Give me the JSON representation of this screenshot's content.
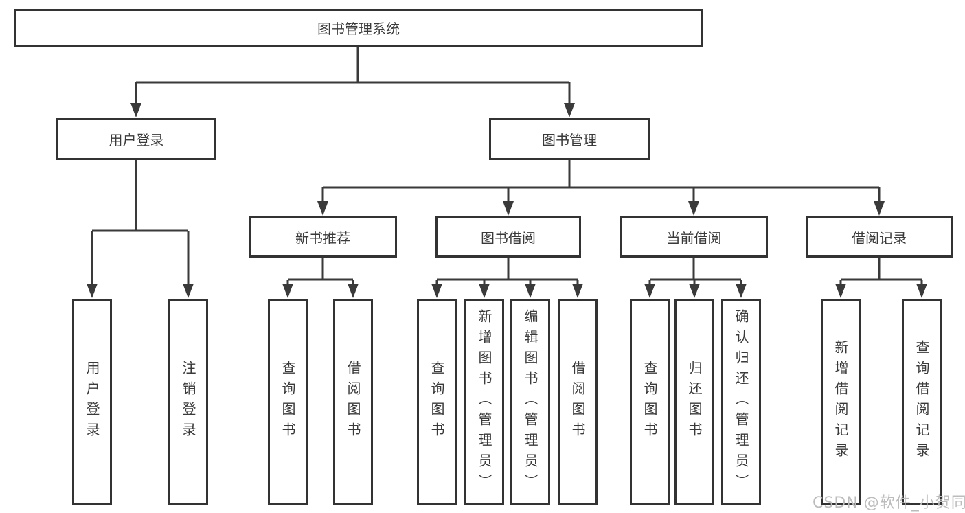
{
  "tree": {
    "root": "图书管理系统",
    "branches": [
      {
        "label": "用户登录",
        "leaves": [
          {
            "label": "用户登录"
          },
          {
            "label": "注销登录"
          }
        ]
      },
      {
        "label": "图书管理",
        "groups": [
          {
            "label": "新书推荐",
            "leaves": [
              {
                "label": "查询图书"
              },
              {
                "label": "借阅图书"
              }
            ]
          },
          {
            "label": "图书借阅",
            "leaves": [
              {
                "label": "查询图书"
              },
              {
                "label": "新增图书（管理员）"
              },
              {
                "label": "编辑图书（管理员）"
              },
              {
                "label": "借阅图书"
              }
            ]
          },
          {
            "label": "当前借阅",
            "leaves": [
              {
                "label": "查询图书"
              },
              {
                "label": "归还图书"
              },
              {
                "label": "确认归还（管理员）"
              }
            ]
          },
          {
            "label": "借阅记录",
            "leaves": [
              {
                "label": "新增借阅记录"
              },
              {
                "label": "查询借阅记录"
              }
            ]
          }
        ]
      }
    ]
  },
  "watermark": "CSDN @软件_小贺同学",
  "colors": {
    "line": "#3a3a3a",
    "box_border": "#333333",
    "text": "#3a3a3a",
    "watermark": "#bcbcbc",
    "background": "#ffffff"
  }
}
